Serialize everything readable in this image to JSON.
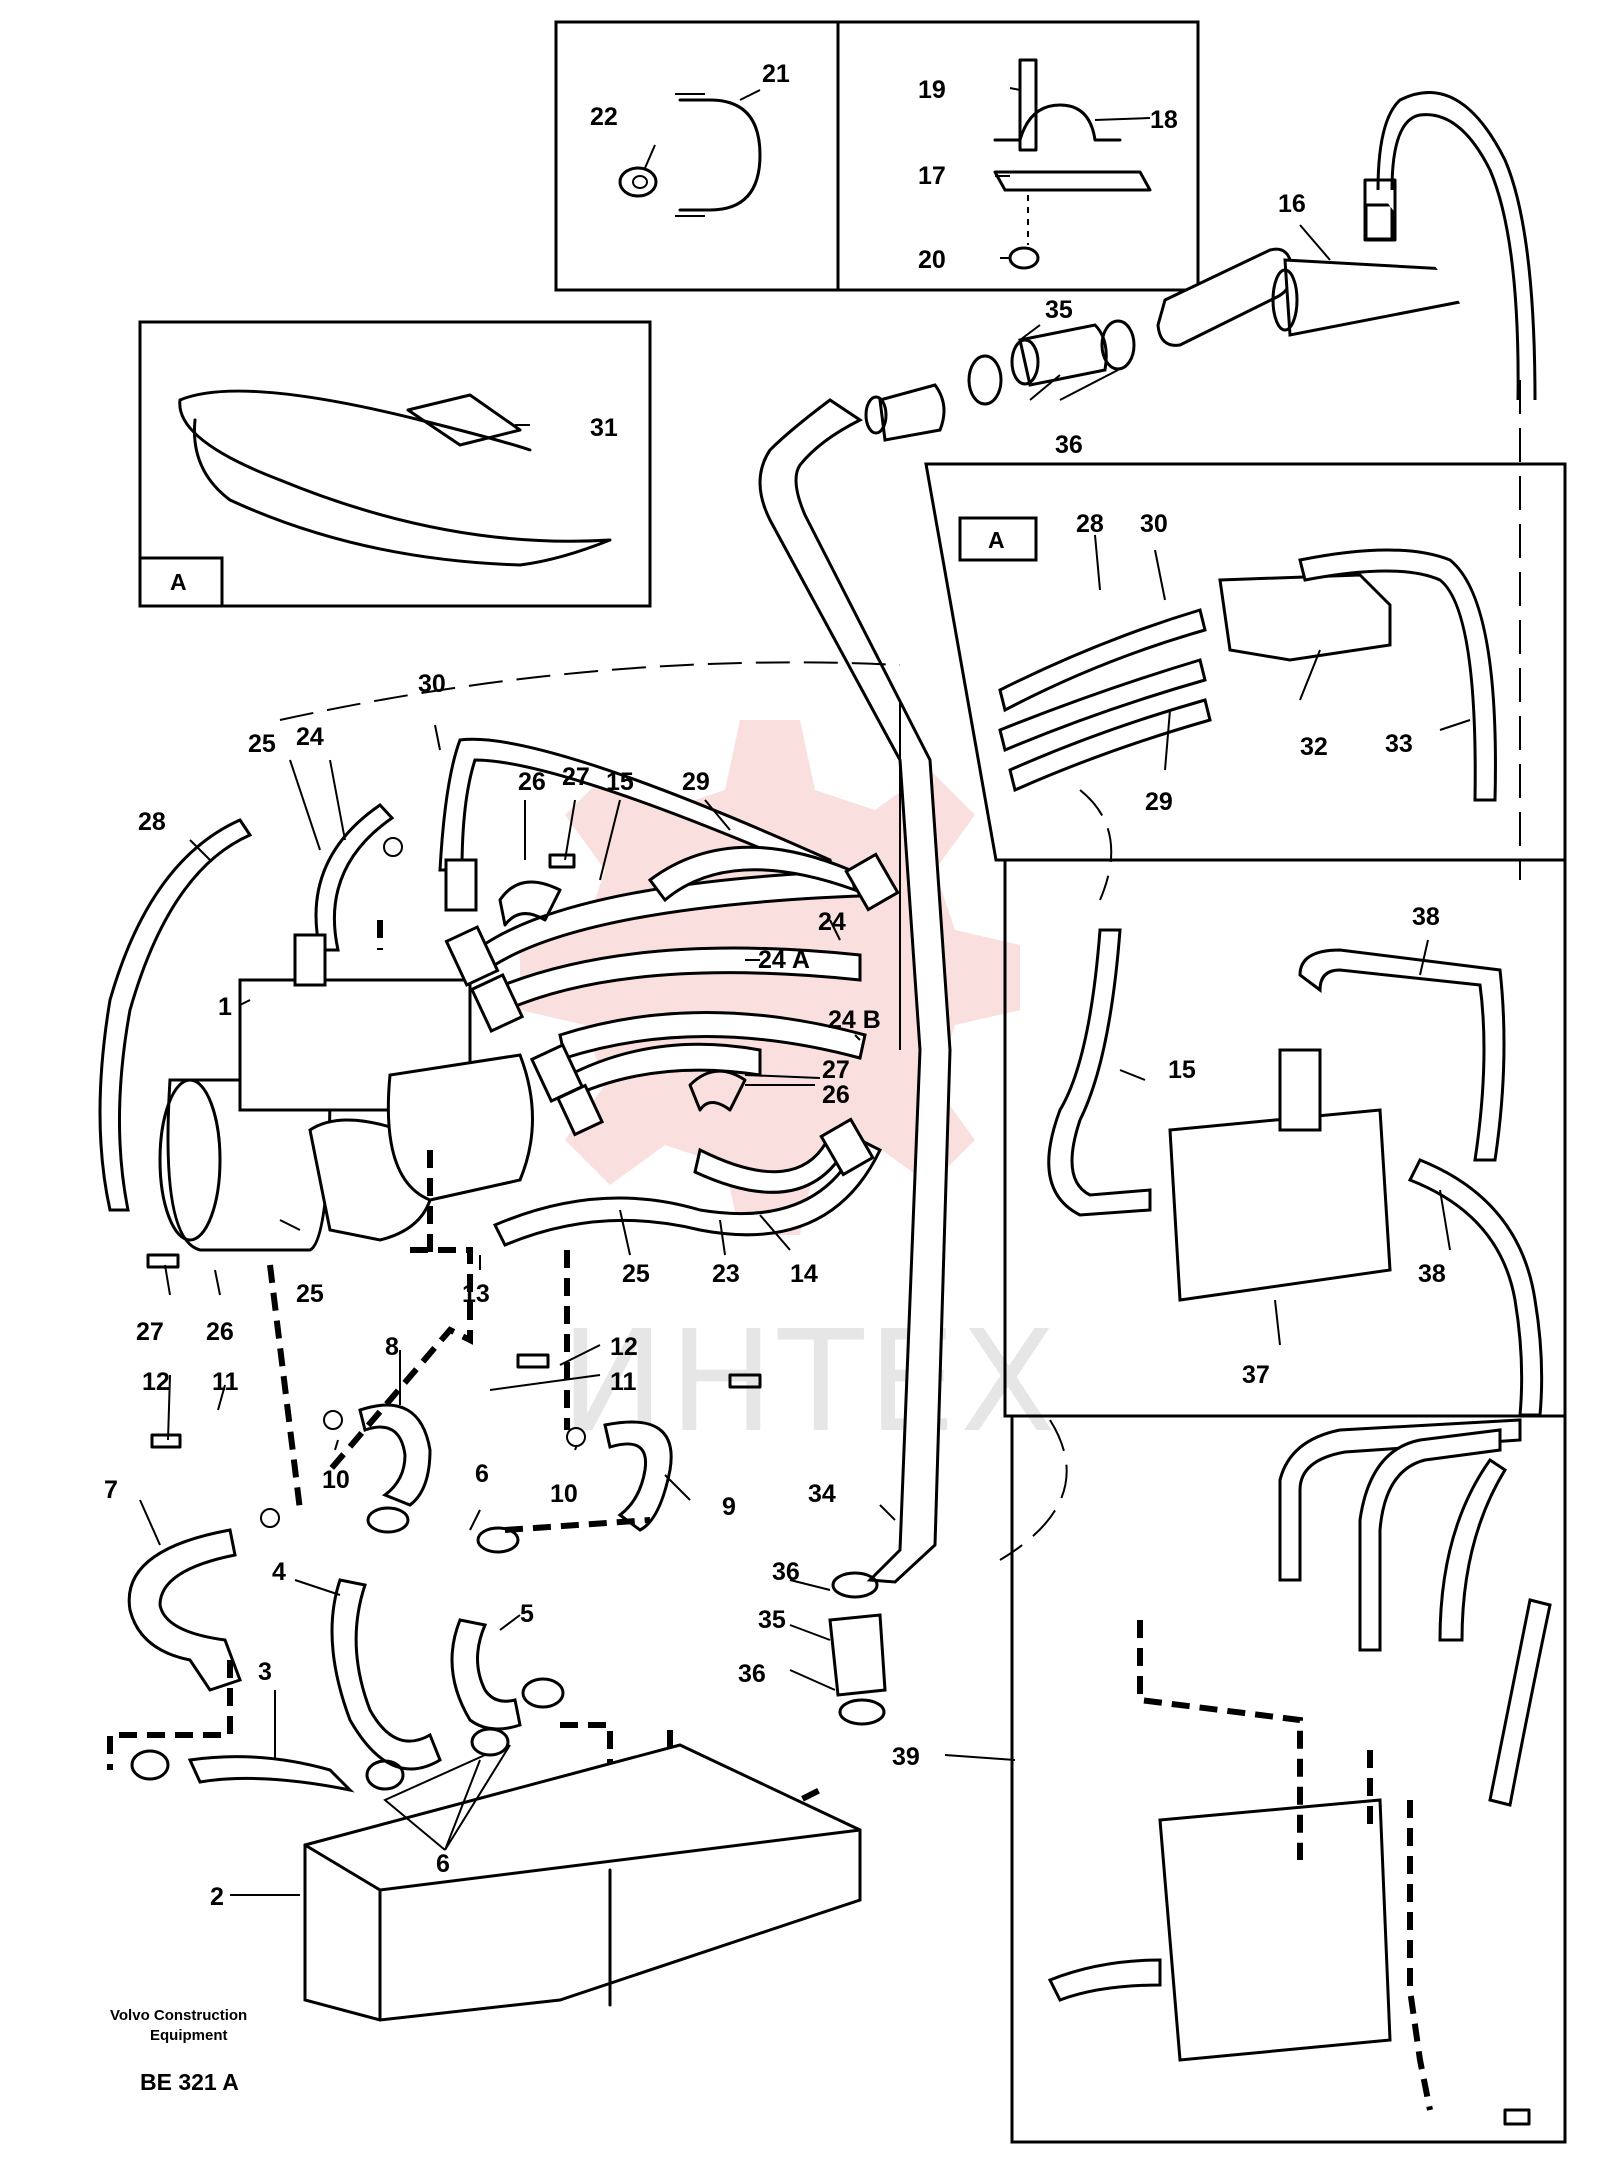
{
  "diagram": {
    "labels": [
      {
        "id": "l21",
        "text": "21"
      },
      {
        "id": "l22",
        "text": "22"
      },
      {
        "id": "l19",
        "text": "19"
      },
      {
        "id": "l18",
        "text": "18"
      },
      {
        "id": "l17",
        "text": "17"
      },
      {
        "id": "l20",
        "text": "20"
      },
      {
        "id": "l16",
        "text": "16"
      },
      {
        "id": "l35a",
        "text": "35"
      },
      {
        "id": "l36a",
        "text": "36"
      },
      {
        "id": "l31",
        "text": "31"
      },
      {
        "id": "l28a",
        "text": "28"
      },
      {
        "id": "l30a",
        "text": "30"
      },
      {
        "id": "l32",
        "text": "32"
      },
      {
        "id": "l33",
        "text": "33"
      },
      {
        "id": "l29a",
        "text": "29"
      },
      {
        "id": "l30b",
        "text": "30"
      },
      {
        "id": "l25a",
        "text": "25"
      },
      {
        "id": "l24a",
        "text": "24"
      },
      {
        "id": "l26a",
        "text": "26"
      },
      {
        "id": "l27a",
        "text": "27"
      },
      {
        "id": "l15a",
        "text": "15"
      },
      {
        "id": "l29b",
        "text": "29"
      },
      {
        "id": "l28b",
        "text": "28"
      },
      {
        "id": "l24b",
        "text": "24"
      },
      {
        "id": "l24A",
        "text": "24 A"
      },
      {
        "id": "l24B",
        "text": "24 B"
      },
      {
        "id": "l1",
        "text": "1"
      },
      {
        "id": "l27b",
        "text": "27"
      },
      {
        "id": "l26b",
        "text": "26"
      },
      {
        "id": "l15b",
        "text": "15"
      },
      {
        "id": "l38a",
        "text": "38"
      },
      {
        "id": "l38b",
        "text": "38"
      },
      {
        "id": "l37",
        "text": "37"
      },
      {
        "id": "l25b",
        "text": "25"
      },
      {
        "id": "l13",
        "text": "13"
      },
      {
        "id": "l25c",
        "text": "25"
      },
      {
        "id": "l23",
        "text": "23"
      },
      {
        "id": "l14",
        "text": "14"
      },
      {
        "id": "l27c",
        "text": "27"
      },
      {
        "id": "l26c",
        "text": "26"
      },
      {
        "id": "l12a",
        "text": "12"
      },
      {
        "id": "l11a",
        "text": "11"
      },
      {
        "id": "l8",
        "text": "8"
      },
      {
        "id": "l12b",
        "text": "12"
      },
      {
        "id": "l11b",
        "text": "11"
      },
      {
        "id": "l10a",
        "text": "10"
      },
      {
        "id": "l10b",
        "text": "10"
      },
      {
        "id": "l9",
        "text": "9"
      },
      {
        "id": "l7",
        "text": "7"
      },
      {
        "id": "l6a",
        "text": "6"
      },
      {
        "id": "l34",
        "text": "34"
      },
      {
        "id": "l4",
        "text": "4"
      },
      {
        "id": "l5",
        "text": "5"
      },
      {
        "id": "l36b",
        "text": "36"
      },
      {
        "id": "l35b",
        "text": "35"
      },
      {
        "id": "l36c",
        "text": "36"
      },
      {
        "id": "l3",
        "text": "3"
      },
      {
        "id": "l39",
        "text": "39"
      },
      {
        "id": "l6b",
        "text": "6"
      },
      {
        "id": "l2",
        "text": "2"
      }
    ],
    "detail_tag_1": "A",
    "detail_tag_2": "A",
    "watermark": "ИНТЕХ",
    "publisher_line1": "Volvo Construction",
    "publisher_line2": "Equipment",
    "drawing_code": "BE 321 A"
  }
}
